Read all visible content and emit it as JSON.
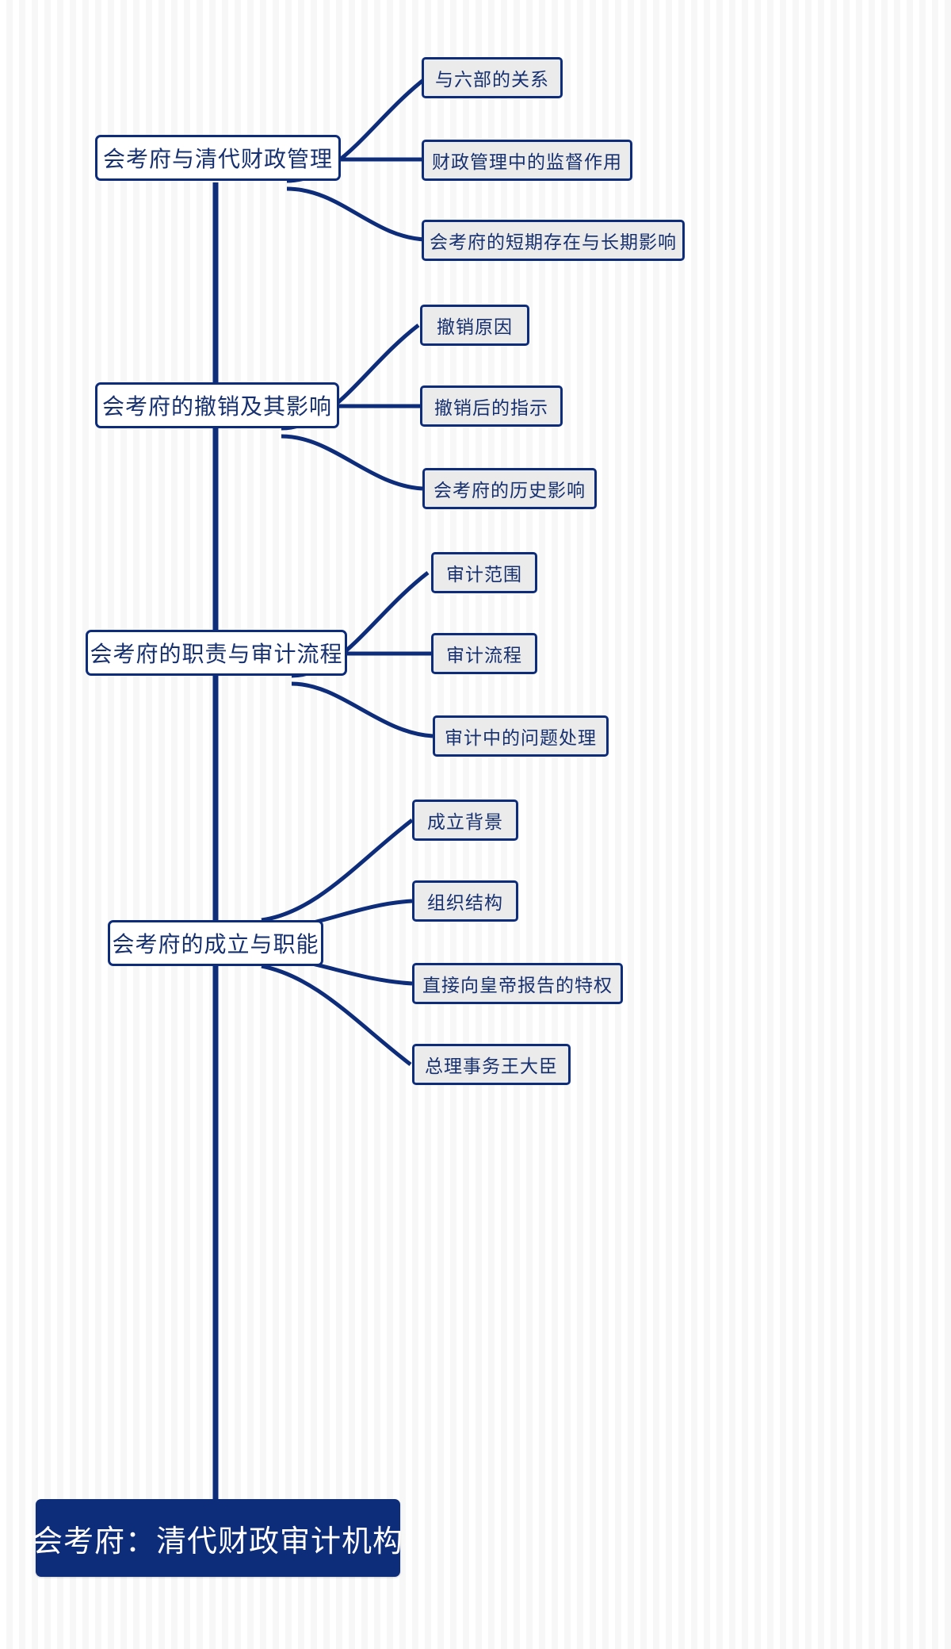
{
  "diagram": {
    "type": "mind-map",
    "title": "会考府：清代财政审计机构",
    "orientation": "left-trunk-right-branches",
    "colors": {
      "root_fill": "#0d2c79",
      "root_text": "#ffffff",
      "branch_fill": "#ffffff",
      "branch_text": "#16306f",
      "leaf_fill": "#ebebeb",
      "leaf_text": "#16306f",
      "edge": "#0d2c79",
      "background": "#ffffff"
    }
  },
  "root": {
    "label": "会考府：清代财政审计机构"
  },
  "branches": [
    {
      "label": "会考府与清代财政管理",
      "children": [
        {
          "label": "与六部的关系"
        },
        {
          "label": "财政管理中的监督作用"
        },
        {
          "label": "会考府的短期存在与长期影响"
        }
      ]
    },
    {
      "label": "会考府的撤销及其影响",
      "children": [
        {
          "label": "撤销原因"
        },
        {
          "label": "撤销后的指示"
        },
        {
          "label": "会考府的历史影响"
        }
      ]
    },
    {
      "label": "会考府的职责与审计流程",
      "children": [
        {
          "label": "审计范围"
        },
        {
          "label": "审计流程"
        },
        {
          "label": "审计中的问题处理"
        }
      ]
    },
    {
      "label": "会考府的成立与职能",
      "children": [
        {
          "label": "成立背景"
        },
        {
          "label": "组织结构"
        },
        {
          "label": "直接向皇帝报告的特权"
        },
        {
          "label": "总理事务王大臣"
        }
      ]
    }
  ]
}
